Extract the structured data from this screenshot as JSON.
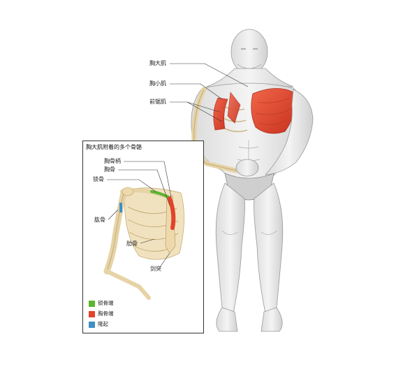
{
  "labels": {
    "pec_major": "胸大肌",
    "pec_minor": "胸小肌",
    "serratus": "前锯肌"
  },
  "inset": {
    "title": "胸大肌附着的多个骨骼",
    "labels": {
      "manubrium": "胸骨柄",
      "sternum": "胸骨",
      "clavicle": "锁骨",
      "humerus": "肱骨",
      "ribs": "肋骨",
      "xiphoid": "剑突"
    },
    "legend": [
      {
        "label": "锁骨端",
        "color": "#5cb531"
      },
      {
        "label": "胸骨端",
        "color": "#e2432a"
      },
      {
        "label": "隆起",
        "color": "#3f8fc4"
      }
    ]
  },
  "colors": {
    "muscle": "#e2432a",
    "skin_light": "#f0f0f0",
    "skin_shade": "#c9c9c9",
    "bone": "#f1e2bf",
    "bone_shade": "#d9c392"
  }
}
